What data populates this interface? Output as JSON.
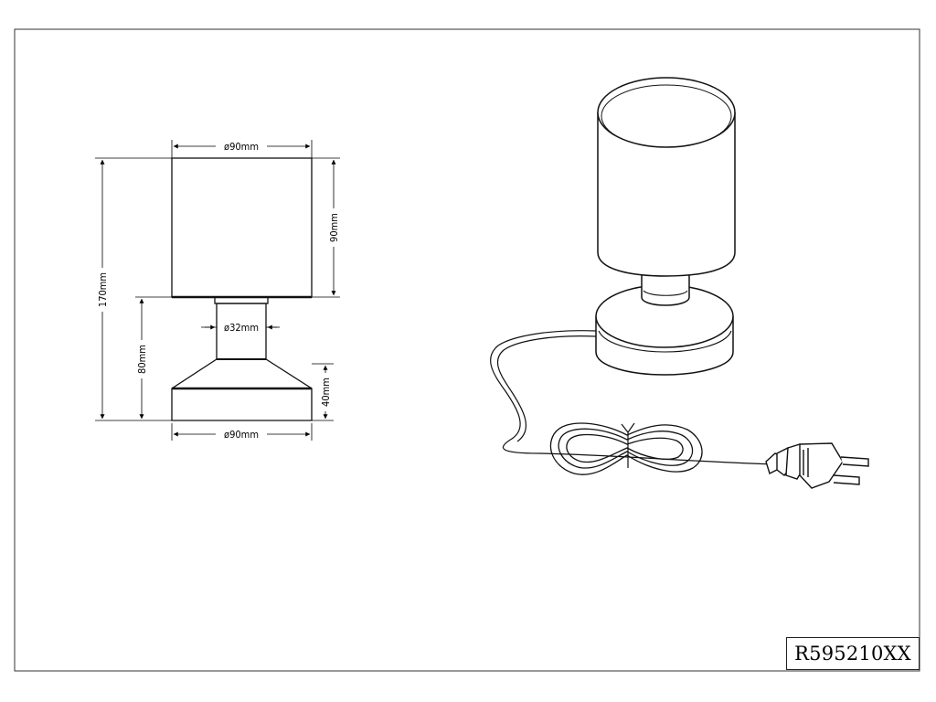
{
  "dimensions": {
    "shade_diameter": "ø90mm",
    "shade_height": "90mm",
    "total_height": "170mm",
    "neck_diameter": "ø32mm",
    "base_assembly_height": "80mm",
    "base_height": "40mm",
    "base_diameter": "ø90mm"
  },
  "model_code": "R595210XX"
}
